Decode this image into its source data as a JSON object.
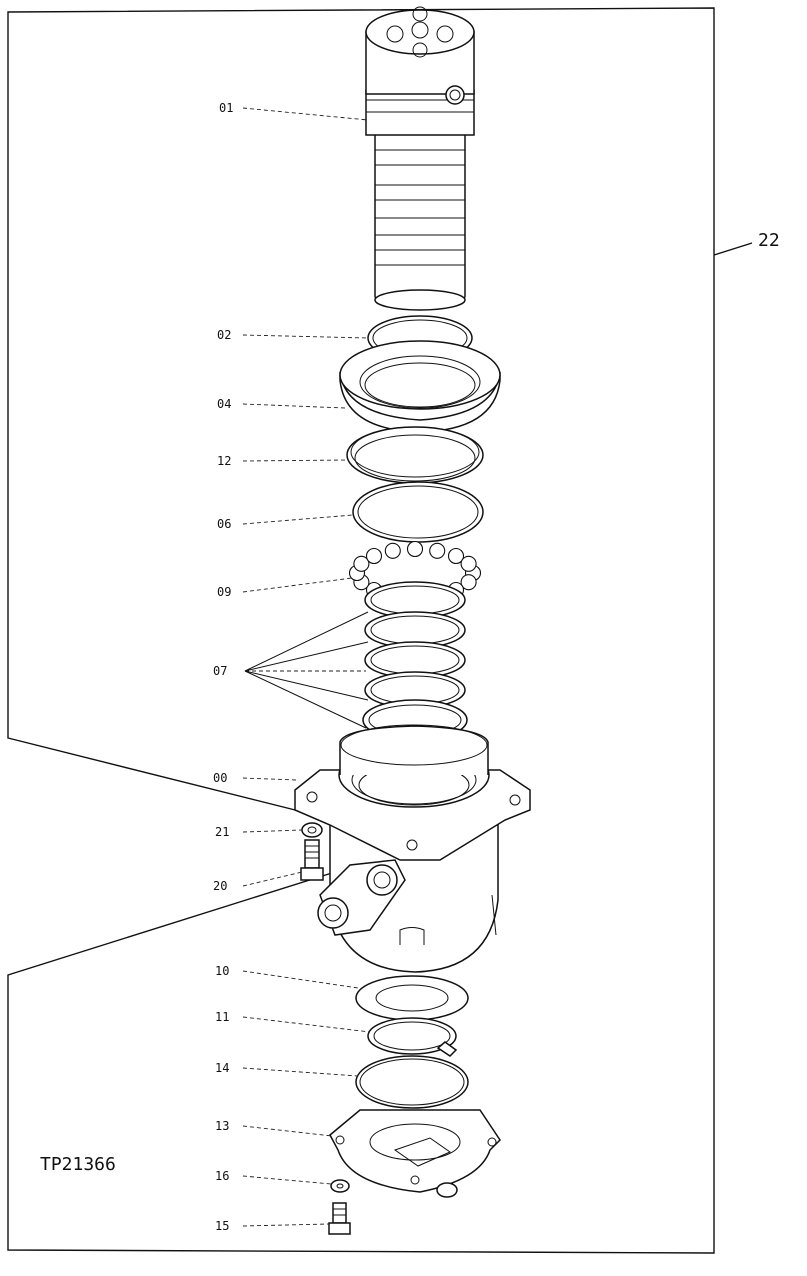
{
  "figure_id": "TP21366",
  "assembly_label": "22",
  "parts": [
    {
      "key": "p01",
      "label": "01"
    },
    {
      "key": "p02",
      "label": "02"
    },
    {
      "key": "p04",
      "label": "04"
    },
    {
      "key": "p12",
      "label": "12"
    },
    {
      "key": "p06",
      "label": "06"
    },
    {
      "key": "p09",
      "label": "09"
    },
    {
      "key": "p07",
      "label": "07"
    },
    {
      "key": "p00",
      "label": "00"
    },
    {
      "key": "p21",
      "label": "21"
    },
    {
      "key": "p20",
      "label": "20"
    },
    {
      "key": "p10",
      "label": "10"
    },
    {
      "key": "p11",
      "label": "11"
    },
    {
      "key": "p14",
      "label": "14"
    },
    {
      "key": "p13",
      "label": "13"
    },
    {
      "key": "p16",
      "label": "16"
    },
    {
      "key": "p15",
      "label": "15"
    }
  ]
}
